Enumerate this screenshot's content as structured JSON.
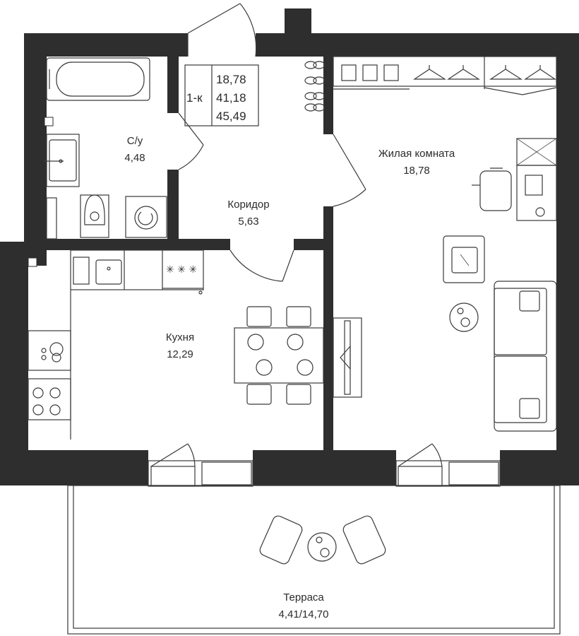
{
  "legend": {
    "apartment_type": "1-к",
    "areas": [
      "18,78",
      "41,18",
      "45,49"
    ]
  },
  "rooms": {
    "bathroom": {
      "name": "С/у",
      "area": "4,48"
    },
    "corridor": {
      "name": "Коридор",
      "area": "5,63"
    },
    "living": {
      "name": "Жилая комната",
      "area": "18,78"
    },
    "kitchen": {
      "name": "Кухня",
      "area": "12,29"
    },
    "terrace": {
      "name": "Терраса",
      "area": "4,41/14,70"
    }
  },
  "colors": {
    "wall": "#2e2e2e",
    "line": "#3a3a3a",
    "background": "#ffffff"
  }
}
